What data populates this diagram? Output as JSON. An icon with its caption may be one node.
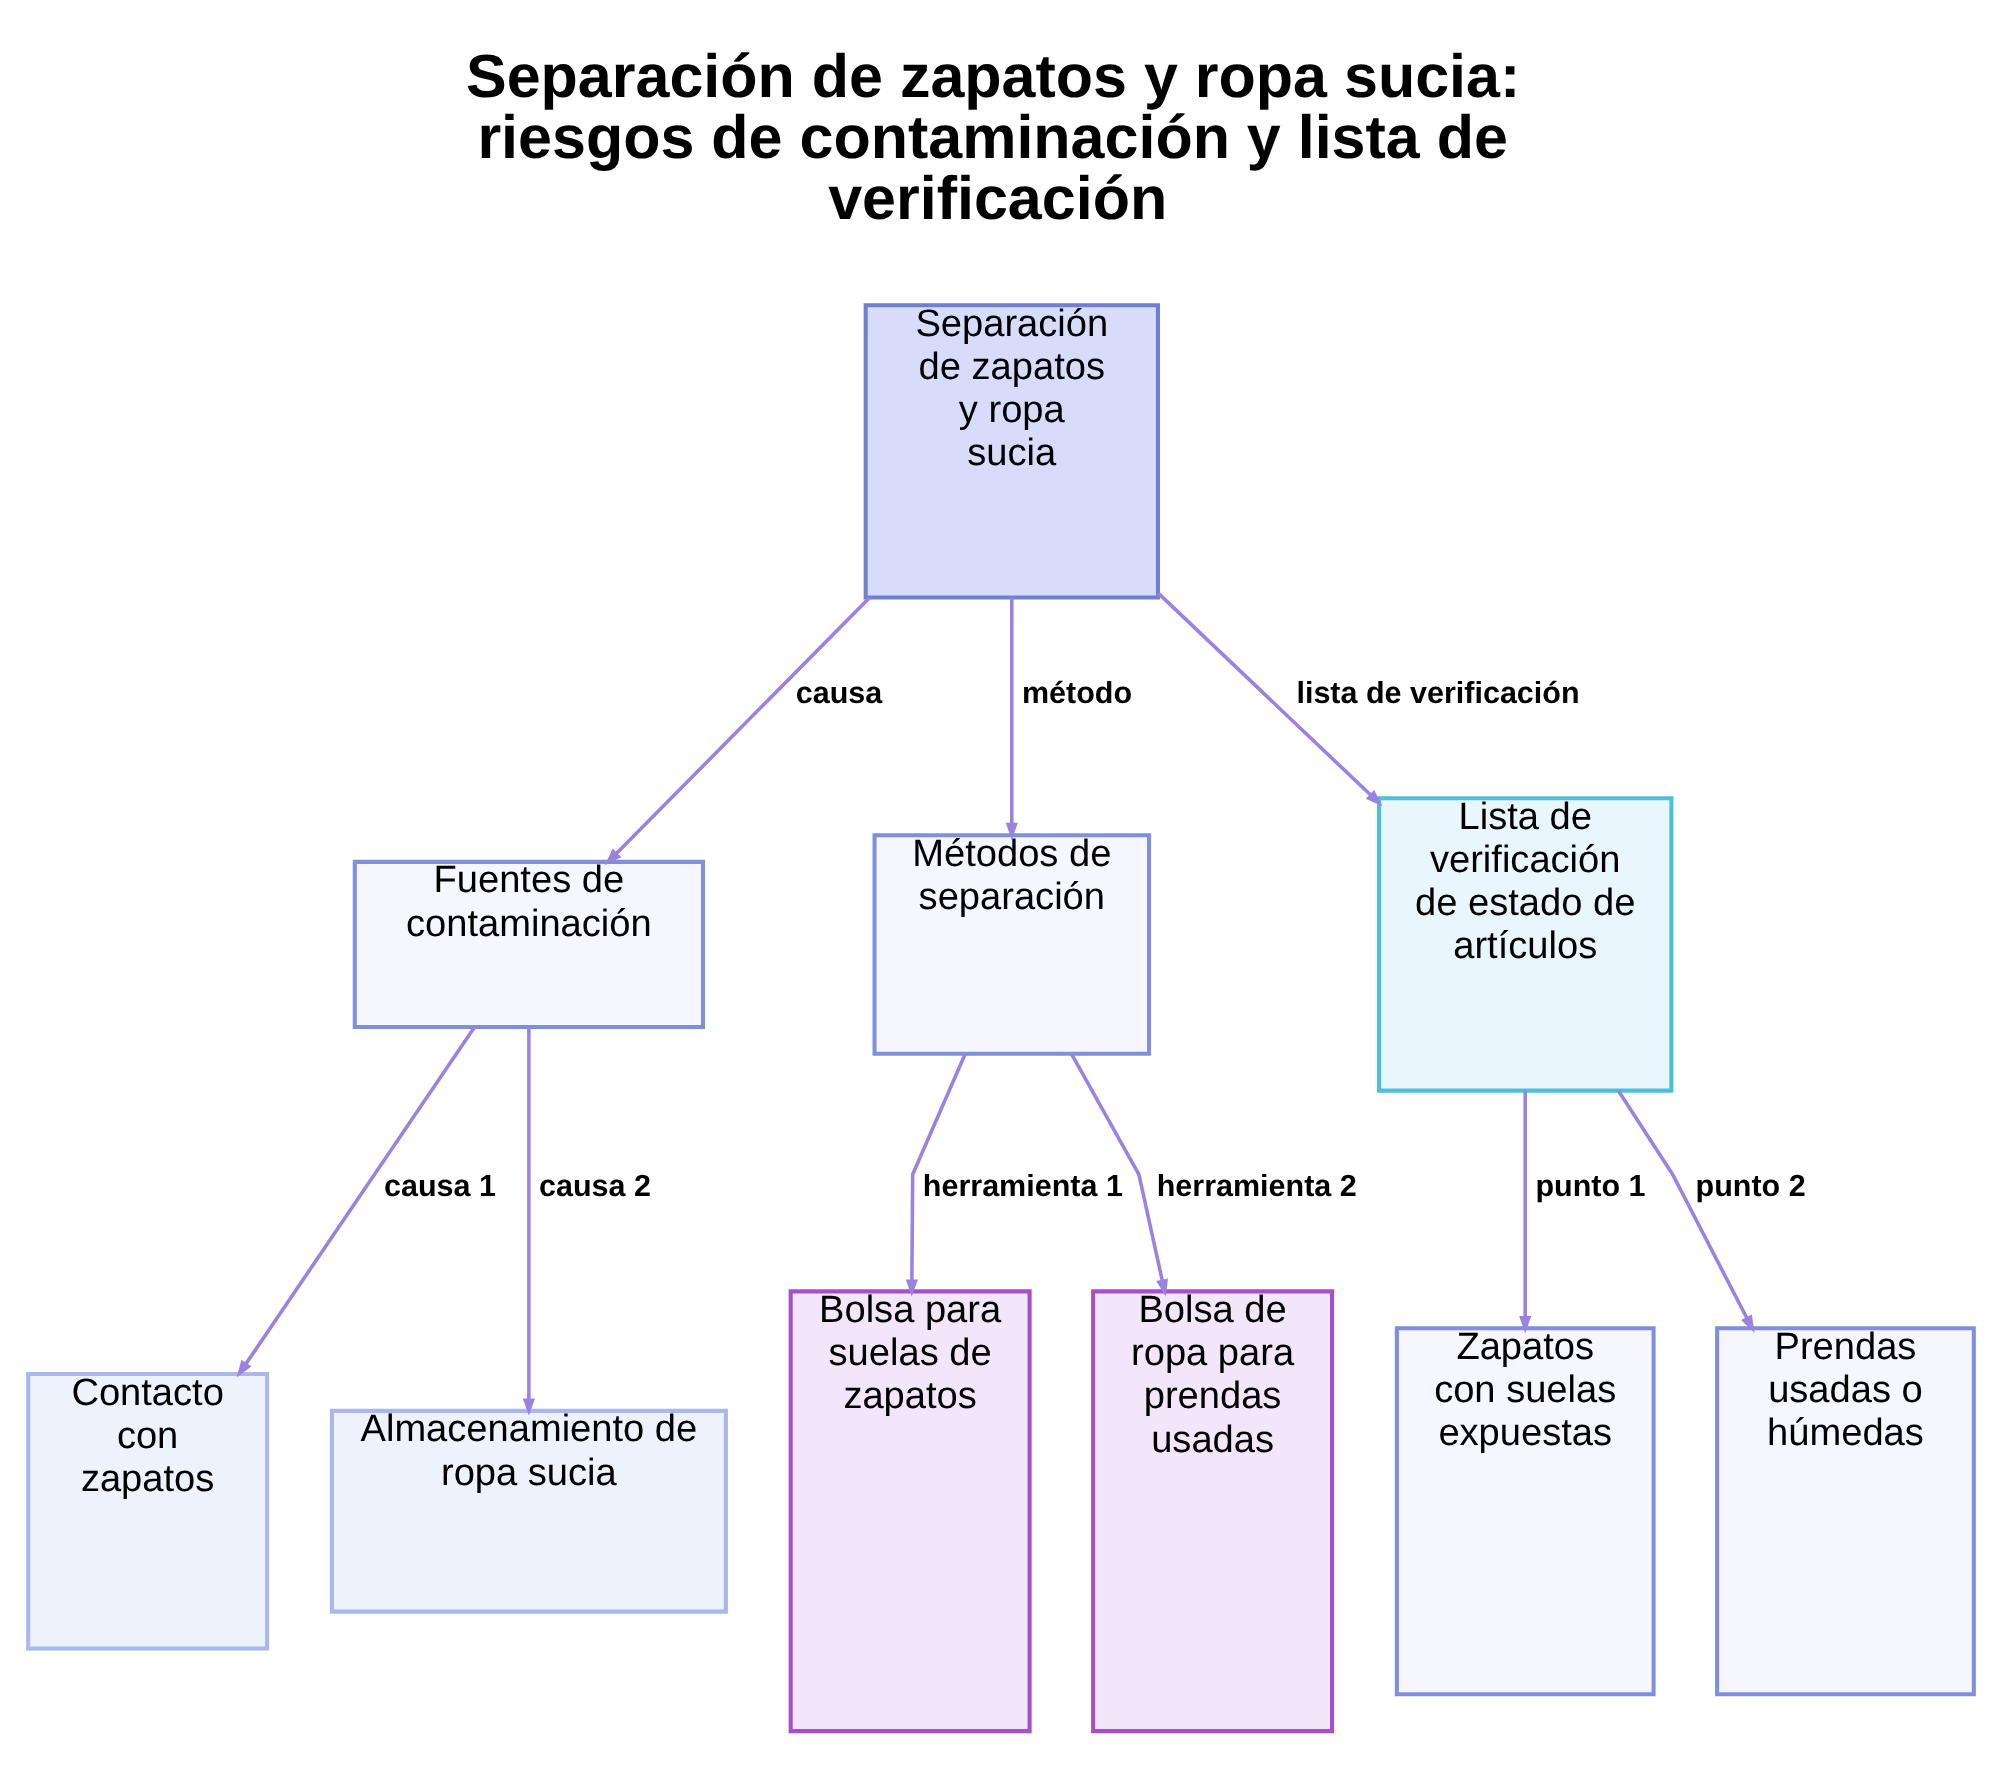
{
  "diagram": {
    "title": "Separación de zapatos y ropa sucia: riesgos de contaminación y lista de verificación",
    "nodes": [
      {
        "text": [
          "Separación de zapatos y ropa sucia"
        ]
      },
      {
        "text": [
          "Fuentes de contaminación"
        ]
      },
      {
        "text": [
          "Métodos de separación"
        ]
      },
      {
        "text": [
          "Lista de verificación de estado de artículos"
        ]
      },
      {
        "text": [
          "Contacto con zapatos"
        ]
      },
      {
        "text": [
          "Almacenamiento de ropa sucia"
        ]
      },
      {
        "text": [
          "Bolsa para suelas de zapatos"
        ]
      },
      {
        "text": [
          "Bolsa de ropa para prendas usadas"
        ]
      },
      {
        "text": [
          "Zapatos con suelas expuestas"
        ]
      },
      {
        "text": [
          "Prendas usadas o húmedas"
        ]
      }
    ],
    "edges": [
      {
        "from": 0,
        "to": 1,
        "arrow": "to",
        "label": "causa"
      },
      {
        "from": 0,
        "to": 2,
        "arrow": "to",
        "label": "método"
      },
      {
        "from": 0,
        "to": 3,
        "arrow": "to",
        "label": "lista de verificación"
      },
      {
        "from": 1,
        "to": 4,
        "arrow": "to",
        "label": "causa 1"
      },
      {
        "from": 1,
        "to": 5,
        "arrow": "to",
        "label": "causa 2"
      },
      {
        "from": 2,
        "to": 6,
        "arrow": "to",
        "label": "herramienta 1"
      },
      {
        "from": 2,
        "to": 7,
        "arrow": "to",
        "label": "herramienta 2"
      },
      {
        "from": 3,
        "to": 8,
        "arrow": "to",
        "label": "punto 1"
      },
      {
        "from": 3,
        "to": 9,
        "arrow": "to",
        "label": "punto 2"
      }
    ]
  }
}
